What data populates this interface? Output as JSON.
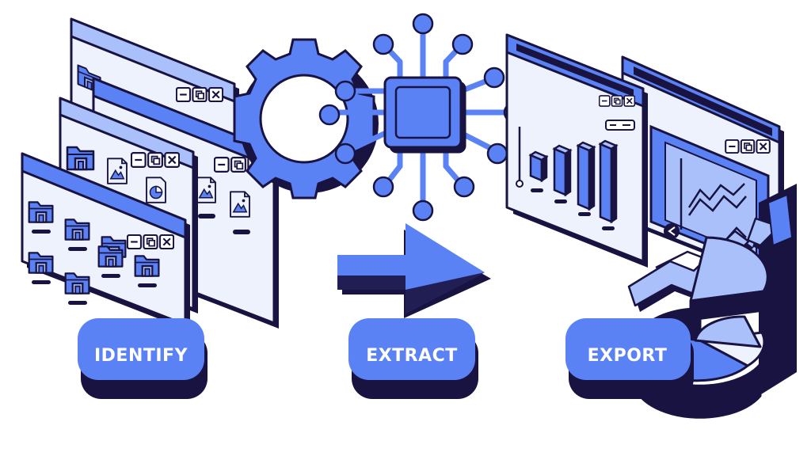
{
  "colors": {
    "primary": "#5b82f5",
    "light": "#a9c0fa",
    "pale": "#eef2fd",
    "dark": "#191341",
    "white": "#ffffff"
  },
  "icons": [
    "folder-icon",
    "image-file-icon",
    "pie-file-icon",
    "gear-icon",
    "chip-icon",
    "arrow-right-icon",
    "bar-chart-icon",
    "line-chart-icon",
    "pie-chart-icon",
    "trend-arrow-icon"
  ],
  "stages": [
    {
      "id": "identify",
      "label": "IDENTIFY"
    },
    {
      "id": "extract",
      "label": "EXTRACT"
    },
    {
      "id": "export",
      "label": "EXPORT"
    }
  ],
  "window_controls": [
    "minimize",
    "maximize",
    "close"
  ]
}
